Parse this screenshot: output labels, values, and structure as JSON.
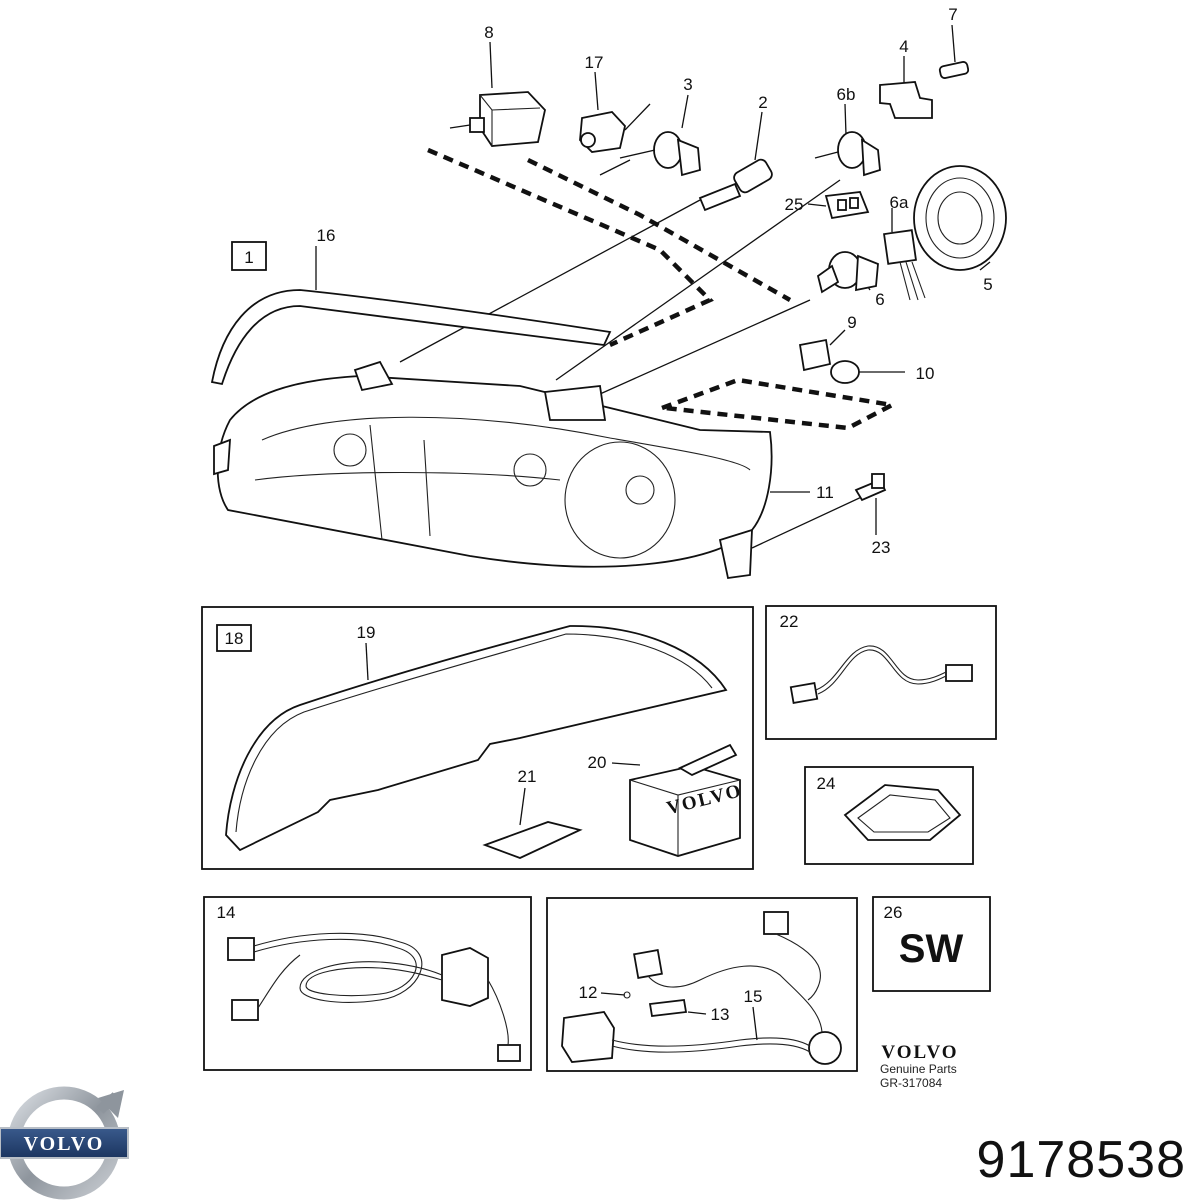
{
  "callouts": {
    "c1": "1",
    "c2": "2",
    "c3": "3",
    "c4": "4",
    "c5": "5",
    "c6": "6",
    "c6a": "6a",
    "c6b": "6b",
    "c7": "7",
    "c8": "8",
    "c9": "9",
    "c10": "10",
    "c11": "11",
    "c12": "12",
    "c13": "13",
    "c14": "14",
    "c15": "15",
    "c16": "16",
    "c17": "17",
    "c18": "18",
    "c19": "19",
    "c20": "20",
    "c21": "21",
    "c22": "22",
    "c23": "23",
    "c24": "24",
    "c25": "25",
    "c26": "26"
  },
  "sw_label": "SW",
  "box_brand": "VOLVO",
  "footer": {
    "brand": "VOLVO",
    "line1": "Genuine Parts",
    "ref": "GR-317084"
  },
  "logo_text": "VOLVO",
  "part_number": "9178538"
}
